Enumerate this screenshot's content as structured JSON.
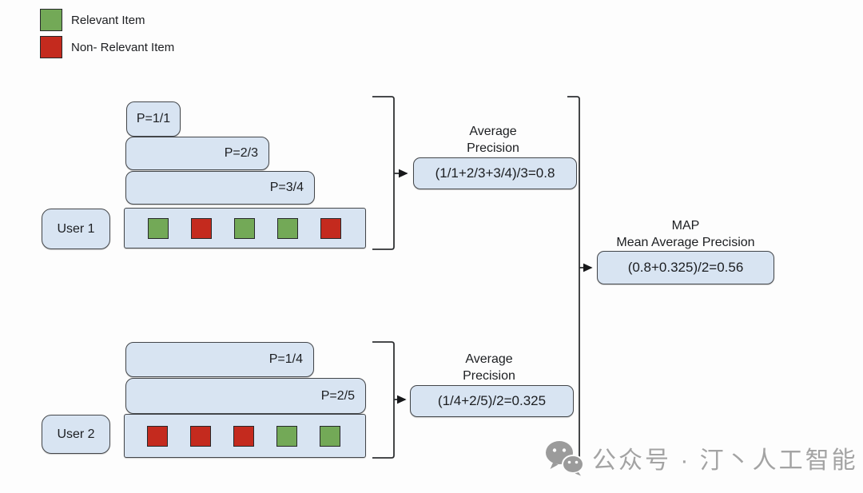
{
  "legend": {
    "items": [
      {
        "label": "Relevant Item",
        "type": "relevant"
      },
      {
        "label": "Non- Relevant Item",
        "type": "non-relevant"
      }
    ]
  },
  "user1": {
    "label": "User 1",
    "precision_labels": [
      "P=1/1",
      "P=2/3",
      "P=3/4"
    ],
    "items": [
      "relevant",
      "non-relevant",
      "relevant",
      "relevant",
      "non-relevant"
    ],
    "ap_title_line1": "Average",
    "ap_title_line2": "Precision",
    "ap_formula": "(1/1+2/3+3/4)/3=0.8"
  },
  "user2": {
    "label": "User 2",
    "precision_labels": [
      "P=1/4",
      "P=2/5"
    ],
    "items": [
      "non-relevant",
      "non-relevant",
      "non-relevant",
      "relevant",
      "relevant"
    ],
    "ap_title_line1": "Average",
    "ap_title_line2": "Precision",
    "ap_formula": "(1/4+2/5)/2=0.325"
  },
  "map": {
    "title": "MAP",
    "subtitle": "Mean Average Precision",
    "formula": "(0.8+0.325)/2=0.56"
  },
  "watermark": {
    "icon": "wechat-icon",
    "text": "公众号 · 汀丶人工智能"
  },
  "colors": {
    "relevant_green": "#73a957",
    "non_relevant_red": "#c42a1e",
    "node_fill": "#d8e4f2",
    "node_border": "#43464a",
    "connector": "#2f3133",
    "watermark_gray": "#a3a3a3"
  }
}
